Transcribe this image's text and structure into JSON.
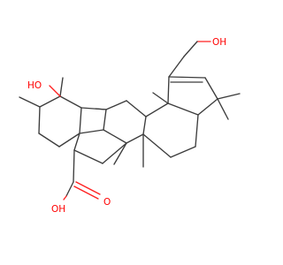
{
  "molecule": {
    "atom_labels": {
      "hydroxymethyl_oh": "OH",
      "ring_oh": "HO",
      "acid_carbonyl_o": "O",
      "acid_oh": "OH"
    },
    "colors": {
      "bond": "#3c3c3c",
      "oxygen": "#ff0000",
      "background": "#ffffff"
    }
  }
}
